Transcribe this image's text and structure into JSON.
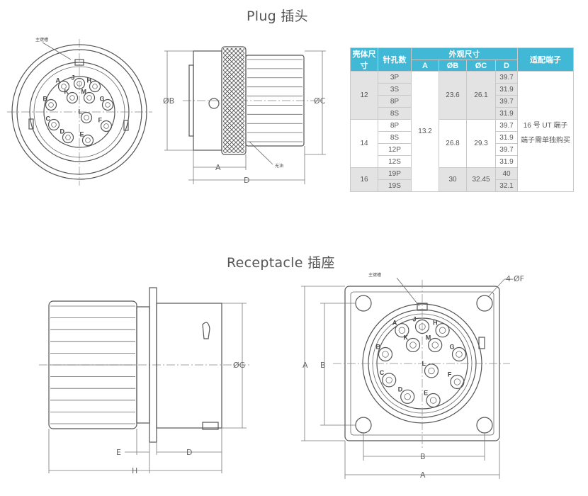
{
  "plug": {
    "title": "Plug 插头",
    "pins": [
      "A",
      "J",
      "H",
      "B",
      "K",
      "M",
      "G",
      "C",
      "L",
      "F",
      "D",
      "E"
    ],
    "key_label": "主键槽",
    "side_label": "无油",
    "dims": {
      "b": "ØB",
      "c": "ØC",
      "a": "A",
      "d": "D"
    }
  },
  "table": {
    "headers": {
      "shell": "壳体尺寸",
      "pins": "针孔数",
      "outline": "外观尺寸",
      "a": "A",
      "b": "ØB",
      "c": "ØC",
      "d": "D",
      "terminal": "适配端子"
    },
    "groups": [
      {
        "shell": "12",
        "b": "23.6",
        "c": "26.1",
        "rows": [
          {
            "pin": "3P",
            "d": "39.7"
          },
          {
            "pin": "3S",
            "d": "31.9"
          },
          {
            "pin": "8P",
            "d": "39.7"
          },
          {
            "pin": "8S",
            "d": "31.9"
          }
        ]
      },
      {
        "shell": "14",
        "b": "26.8",
        "c": "29.3",
        "rows": [
          {
            "pin": "8P",
            "d": "39.7"
          },
          {
            "pin": "8S",
            "d": "31.9"
          },
          {
            "pin": "12P",
            "d": "39.7"
          },
          {
            "pin": "12S",
            "d": "31.9"
          }
        ]
      },
      {
        "shell": "16",
        "b": "30",
        "c": "32.45",
        "rows": [
          {
            "pin": "19P",
            "d": "40"
          },
          {
            "pin": "19S",
            "d": "32.1"
          }
        ]
      }
    ],
    "a_value": "13.2",
    "terminal_line1": "16 号 UT 端子",
    "terminal_line2": "端子需单独购买"
  },
  "receptacle": {
    "title": "Receptacle 插座",
    "pins": [
      "A",
      "J",
      "H",
      "B",
      "K",
      "M",
      "G",
      "C",
      "L",
      "F",
      "D",
      "E"
    ],
    "key_label": "主键槽",
    "dims": {
      "g": "ØG",
      "e": "E",
      "d": "D",
      "h": "H",
      "a": "A",
      "b": "B",
      "f": "4-ØF",
      "a_bottom": "A",
      "b_bottom": "B"
    }
  }
}
